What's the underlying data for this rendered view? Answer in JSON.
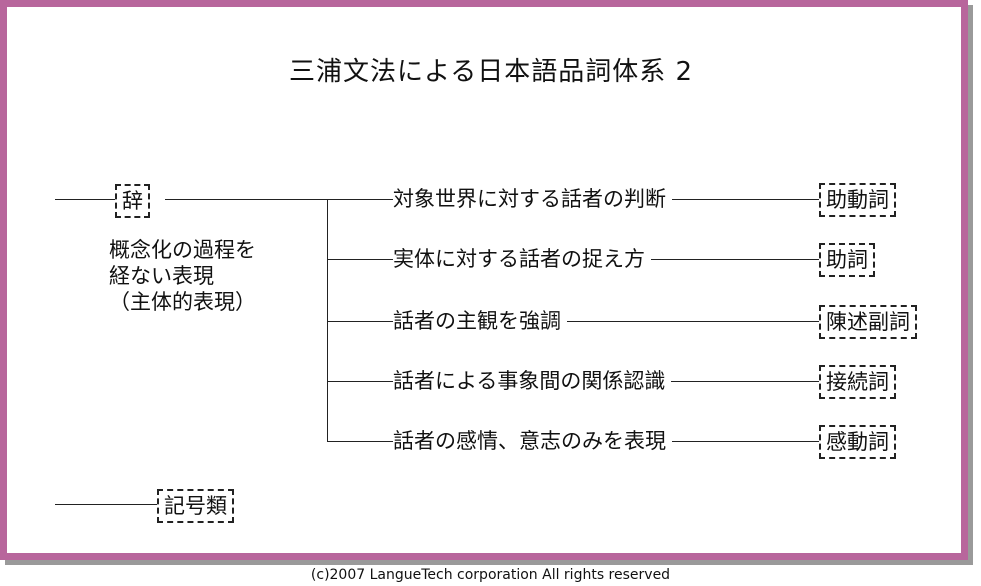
{
  "title": "三浦文法による日本語品詞体系 2",
  "ji": {
    "label": "辞",
    "description": [
      "概念化の過程を",
      "経ない表現",
      "（主体的表現）"
    ]
  },
  "branches": [
    {
      "description": "対象世界に対する話者の判断",
      "category": "助動詞"
    },
    {
      "description": "実体に対する話者の捉え方",
      "category": "助詞"
    },
    {
      "description": "話者の主観を強調",
      "category": "陳述副詞"
    },
    {
      "description": "話者による事象間の関係認識",
      "category": "接続詞"
    },
    {
      "description": "話者の感情、意志のみを表現",
      "category": "感動詞"
    }
  ],
  "symbols": {
    "label": "記号類"
  },
  "copyright": "(c)2007 LangueTech corporation All rights reserved",
  "colors": {
    "frame": "#b8669c",
    "shadow": "#9a9a9a",
    "line": "#222222"
  }
}
